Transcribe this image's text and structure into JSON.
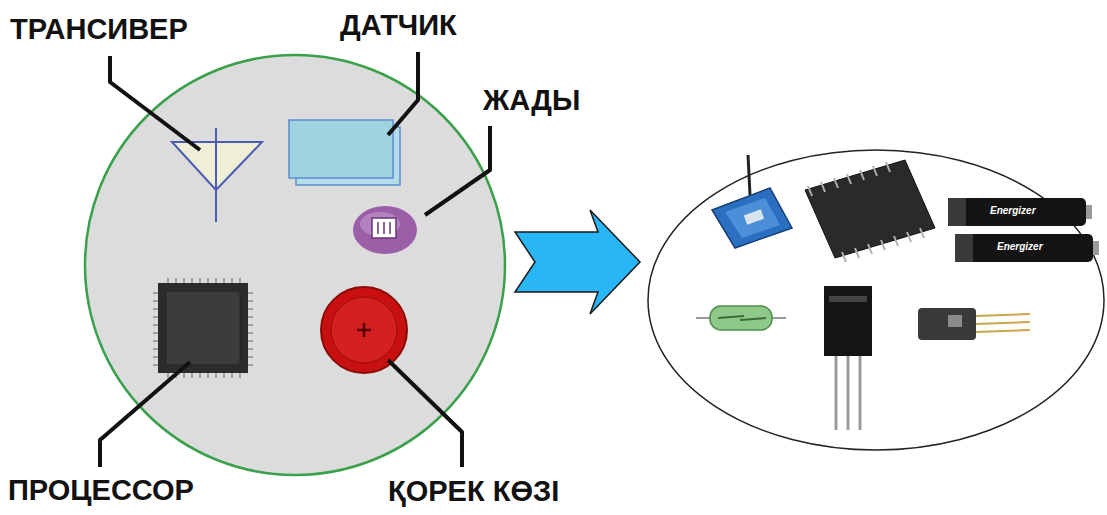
{
  "diagram": {
    "labels": [
      "ТРАНСИВЕР",
      "ДАТЧИК",
      "ЖАДЫ",
      "ПРОЦЕССОР",
      "ҚОРЕК КӨЗІ",
      "Energizer",
      "Energizer"
    ]
  }
}
